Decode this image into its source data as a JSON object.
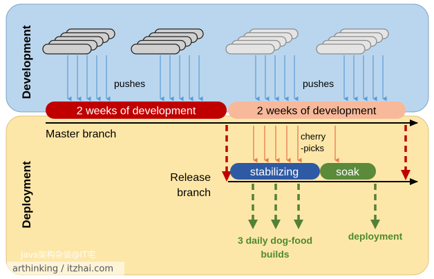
{
  "panels": {
    "development_label": "Development",
    "deployment_label": "Deployment"
  },
  "bars": {
    "dev1": "2 weeks of development",
    "dev2": "2 weeks of development",
    "stabilizing": "stabilizing",
    "soak": "soak"
  },
  "labels": {
    "pushes_left": "pushes",
    "pushes_right": "pushes",
    "master_branch": "Master branch",
    "release_line1": "Release",
    "release_line2": "branch",
    "cherry_line1": "cherry",
    "cherry_line2": "-picks",
    "builds_line1": "3 daily dog-food",
    "builds_line2": "builds",
    "deployment": "deployment"
  },
  "watermarks": {
    "line1": "Java架构杂谈@IT宅",
    "line2": "arthinking / itzhai.com"
  },
  "colors": {
    "dev_panel": "#bad6ee",
    "deploy_panel": "#fde7a8",
    "dev_bar_1": "#c00000",
    "dev_bar_2": "#f7b99a",
    "stabilizing_bar": "#2e5aa4",
    "soak_bar": "#5a8a3a",
    "push_arrow": "#5b9bd5",
    "cherry_arrow": "#e8784e",
    "red_dashed": "#c00000",
    "green_dashed": "#538135",
    "green_text": "#4e8a2e"
  }
}
